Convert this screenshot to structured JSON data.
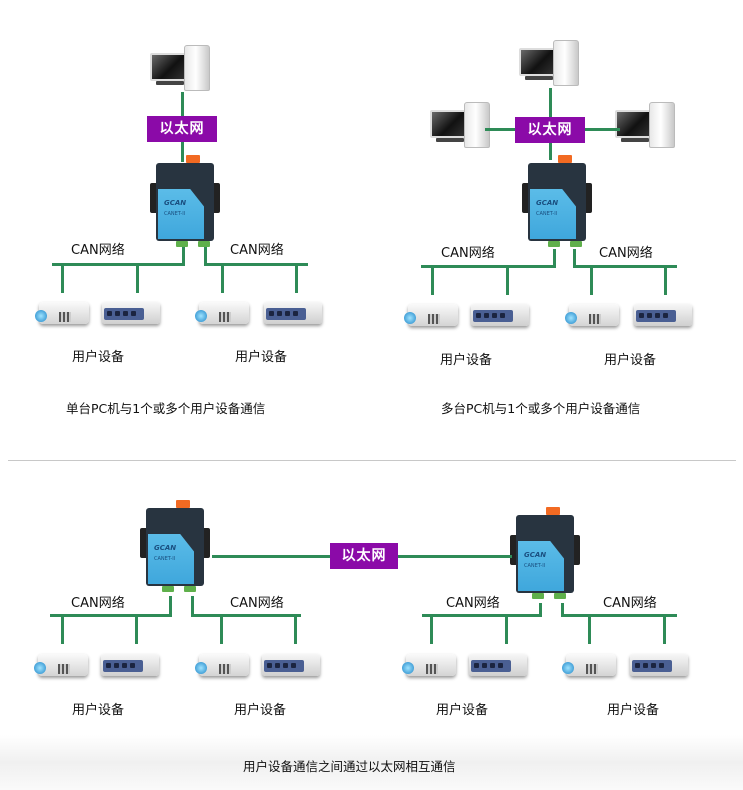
{
  "diagram": {
    "ethernet_label": "以太网",
    "can_label": "CAN网络",
    "device_group_label": "用户设备",
    "gateway_brand": "GCAN",
    "gateway_model": "CANET-II",
    "icons": {
      "pc": "desktop-pc-icon",
      "gateway": "can-ethernet-gateway-icon",
      "projector": "projector-device-icon",
      "hub": "network-hub-device-icon"
    },
    "colors": {
      "ethernet_box": "#8b0aa8",
      "wire": "#2e8b57",
      "gateway_panel": "#4fb3e4",
      "gateway_body": "#283440",
      "divider": "#c8c8c8"
    }
  },
  "panels": [
    {
      "id": "single-pc",
      "caption": "单台PC机与1个或多个用户设备通信",
      "pc_count": 1
    },
    {
      "id": "multi-pc",
      "caption": "多台PC机与1个或多个用户设备通信",
      "pc_count": 3
    },
    {
      "id": "gateway-to-gateway",
      "caption": "用户设备通信之间通过以太网相互通信",
      "gateway_count": 2
    }
  ]
}
